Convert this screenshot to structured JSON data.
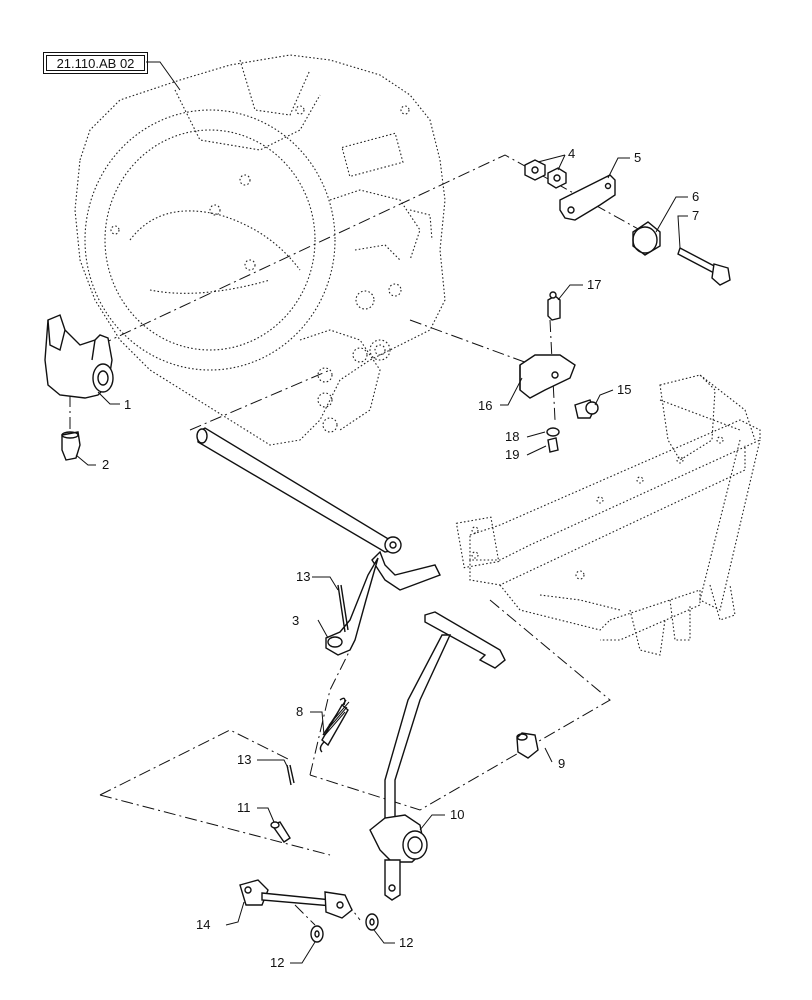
{
  "reference": {
    "code": "21.110.AB 02"
  },
  "callouts": [
    {
      "id": "c1",
      "label": "1"
    },
    {
      "id": "c2",
      "label": "2"
    },
    {
      "id": "c3",
      "label": "3"
    },
    {
      "id": "c4",
      "label": "4"
    },
    {
      "id": "c5",
      "label": "5"
    },
    {
      "id": "c6",
      "label": "6"
    },
    {
      "id": "c7",
      "label": "7"
    },
    {
      "id": "c8",
      "label": "8"
    },
    {
      "id": "c9",
      "label": "9"
    },
    {
      "id": "c10",
      "label": "10"
    },
    {
      "id": "c11",
      "label": "11"
    },
    {
      "id": "c12a",
      "label": "12"
    },
    {
      "id": "c12b",
      "label": "12"
    },
    {
      "id": "c13a",
      "label": "13"
    },
    {
      "id": "c13b",
      "label": "13"
    },
    {
      "id": "c14",
      "label": "14"
    },
    {
      "id": "c15",
      "label": "15"
    },
    {
      "id": "c16",
      "label": "16"
    },
    {
      "id": "c17",
      "label": "17"
    },
    {
      "id": "c18",
      "label": "18"
    },
    {
      "id": "c19",
      "label": "19"
    }
  ]
}
